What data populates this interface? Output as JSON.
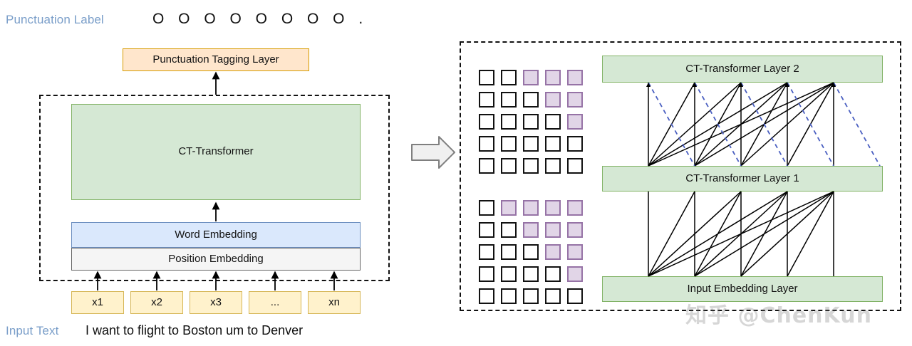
{
  "left_panel": {
    "punctuation_caption": "Punctuation Label",
    "punctuation_tags": "O O O O O O O O .",
    "tagging_layer_label": "Punctuation Tagging Layer",
    "ct_transformer_label": "CT-Transformer",
    "word_embedding_label": "Word Embedding",
    "position_embedding_label": "Position Embedding",
    "tokens": [
      "x1",
      "x2",
      "x3",
      "...",
      "xn"
    ],
    "input_caption": "Input Text",
    "input_sentence": "I want to flight to Boston um to Denver"
  },
  "right_panel": {
    "layer2_label": "CT-Transformer Layer 2",
    "layer1_label": "CT-Transformer Layer 1",
    "input_embedding_label": "Input Embedding Layer",
    "upper_mask": [
      [
        "white",
        "white",
        "purple",
        "purple",
        "purple"
      ],
      [
        "white",
        "white",
        "white",
        "purple",
        "purple"
      ],
      [
        "white",
        "white",
        "white",
        "white",
        "purple"
      ],
      [
        "white",
        "white",
        "white",
        "white",
        "white"
      ],
      [
        "white",
        "white",
        "white",
        "white",
        "white"
      ]
    ],
    "lower_mask": [
      [
        "white",
        "purple",
        "purple",
        "purple",
        "purple"
      ],
      [
        "white",
        "white",
        "purple",
        "purple",
        "purple"
      ],
      [
        "white",
        "white",
        "white",
        "purple",
        "purple"
      ],
      [
        "white",
        "white",
        "white",
        "white",
        "purple"
      ],
      [
        "white",
        "white",
        "white",
        "white",
        "white"
      ]
    ]
  },
  "flow_arrow": "right-arrow",
  "watermark": "知乎 @ChenKun",
  "colors": {
    "green_fill": "#d5e8d4",
    "green_stroke": "#82b366",
    "orange_fill": "#ffe6cc",
    "orange_stroke": "#d79b00",
    "blue_fill": "#dae8fc",
    "blue_stroke": "#6c8ebf",
    "gray_fill": "#f5f5f5",
    "gray_stroke": "#666666",
    "yellow_fill": "#fff2cc",
    "yellow_stroke": "#d6b656",
    "purple_fill": "#e1d5e7",
    "purple_stroke": "#9673a6",
    "caption_blue": "#7a9ec9",
    "dashed_connection": "#4a5fc1",
    "solid_connection": "#000000"
  }
}
